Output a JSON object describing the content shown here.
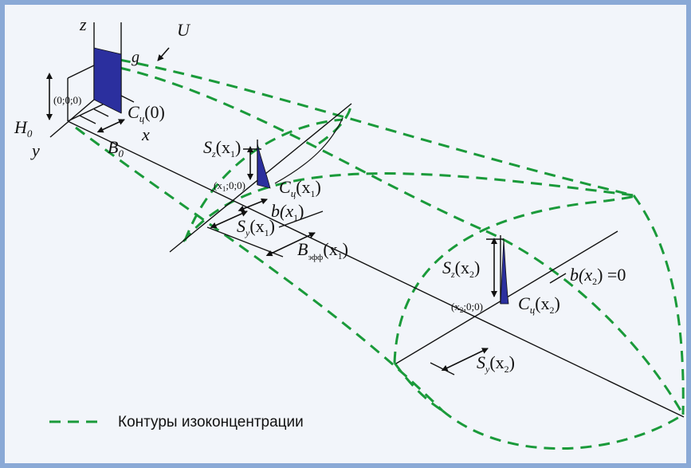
{
  "labels": {
    "z": "z",
    "g": "g",
    "U": "U",
    "H0": "H",
    "H0_sub": "0",
    "y": "y",
    "x": "x",
    "B0": "B",
    "B0_sub": "0",
    "origin": "(0;0;0)",
    "C0": "C",
    "C0_sub": "ц",
    "C0_arg": "(0)",
    "Sz1": "S",
    "Sz1_sub": "z",
    "Sz1_arg": "(x",
    "Sz1_arg_sub": "1",
    "Sz1_close": ")",
    "pt1": "(x",
    "pt1_sub": "1",
    "pt1_rest": ";0;0)",
    "C1": "C",
    "C1_sub": "ц",
    "C1_arg": "(x",
    "C1_arg_sub": "1",
    "C1_close": ")",
    "b1": "b(x",
    "b1_sub": "1",
    "b1_close": ")",
    "Sy1": "S",
    "Sy1_sub": "y",
    "Sy1_arg": "(x",
    "Sy1_arg_sub": "1",
    "Sy1_close": ")",
    "Beff": "B",
    "Beff_sub": "эфф",
    "Beff_arg": "(x",
    "Beff_arg_sub": "1",
    "Beff_close": ")",
    "Sz2": "S",
    "Sz2_sub": "z",
    "Sz2_arg": "(x",
    "Sz2_arg_sub": "2",
    "Sz2_close": ")",
    "b2": "b(x",
    "b2_sub": "2",
    "b2_close": ") =0",
    "pt2": "(x",
    "pt2_sub": "2",
    "pt2_rest": ";0;0)",
    "C2": "C",
    "C2_sub": "ц",
    "C2_arg": "(x",
    "C2_arg_sub": "2",
    "C2_close": ")",
    "Sy2": "S",
    "Sy2_sub": "y",
    "Sy2_arg": "(x",
    "Sy2_arg_sub": "2",
    "Sy2_close": ")"
  },
  "legend": {
    "text": "Контуры изоконцентрации"
  },
  "colors": {
    "contour": "#1a9a3a",
    "source": "#2b2f9e",
    "background": "#f2f5fa",
    "frame": "#8aa9d6",
    "ink": "#111111"
  }
}
